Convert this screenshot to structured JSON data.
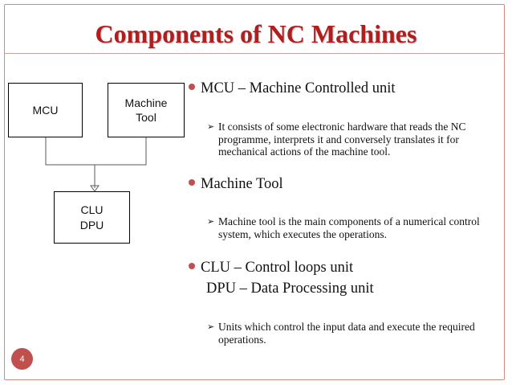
{
  "slide": {
    "title": "Components of NC Machines",
    "page_number": "4"
  },
  "diagram": {
    "boxes": {
      "mcu": "MCU",
      "machine_tool": "Machine\nTool",
      "clu_dpu": "CLU\nDPU"
    }
  },
  "bullets": [
    {
      "text": "MCU – Machine Controlled unit",
      "sub": "It consists of some electronic hardware that reads the NC programme, interprets it and conversely translates it for mechanical actions of the machine tool."
    },
    {
      "text": "Machine Tool",
      "sub": "Machine tool is the main components of a numerical control system, which executes the operations."
    },
    {
      "text": "CLU – Control loops unit",
      "text2": "DPU – Data Processing unit",
      "sub": "Units which control the input data and execute the required operations."
    }
  ],
  "colors": {
    "title": "#b01e1e",
    "accent": "#c0504d",
    "frame": "#d08a80"
  }
}
